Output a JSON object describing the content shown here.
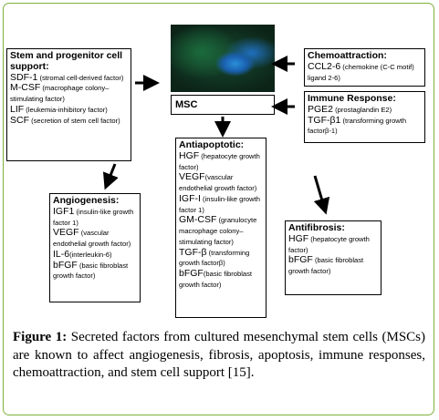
{
  "msc_label": "MSC",
  "stem": {
    "title": "Stem and progenitor cell support:",
    "items": [
      {
        "big": "SDF-1",
        "small": " (stromal cell-derived factor)"
      },
      {
        "big": "M-CSF",
        "small": " (macrophage colony–stimulating factor)"
      },
      {
        "big": "LIF",
        "small": " (leukemia-inhibitory factor)"
      },
      {
        "big": "SCF",
        "small": " (secretion of stem cell factor)"
      }
    ]
  },
  "chemo": {
    "title": "Chemoattraction:",
    "items": [
      {
        "big": "CCL2-6",
        "small": " (chemokine (C-C motif) ligand 2-6)"
      }
    ]
  },
  "immune": {
    "title": "Immune Response:",
    "items": [
      {
        "big": "PGE2",
        "small": " (prostaglandin E2)"
      },
      {
        "big": "TGF-β1",
        "small": " (transforming growth factorβ-1)"
      }
    ]
  },
  "apop": {
    "title": "Antiapoptotic:",
    "items": [
      {
        "big": "HGF",
        "small": " (hepatocyte growth factor)"
      },
      {
        "big": "VEGF",
        "small": "(vascular endothelial growth factor)"
      },
      {
        "big": "IGF-I",
        "small": " (insulin-like growth factor 1)"
      },
      {
        "big": "GM-CSF",
        "small": " (granulocyte macrophage colony–stimulating factor)"
      },
      {
        "big": "TGF-β",
        "small": " (transforming growth factorβ)"
      },
      {
        "big": "bFGF",
        "small": "(basic fibroblast growth factor)"
      }
    ]
  },
  "angio": {
    "title": "Angiogenesis:",
    "items": [
      {
        "big": "IGF1",
        "small": " (insulin-like growth factor 1)"
      },
      {
        "big": "VEGF",
        "small": " (vascular endothelial growth factor)"
      },
      {
        "big": "IL-6",
        "small": "(interleukin-6)"
      },
      {
        "big": "bFGF",
        "small": " (basic fibroblast growth factor)"
      }
    ]
  },
  "fibro": {
    "title": "Antifibrosis:",
    "items": [
      {
        "big": "HGF",
        "small": " (hepatocyte growth factor)"
      },
      {
        "big": "bFGF",
        "small": " (basic fibroblast growth factor)"
      }
    ]
  },
  "caption": {
    "label": "Figure 1:",
    "text": " Secreted factors from cultured mesenchymal stem cells (MSCs) are known to affect angiogenesis, fibrosis, apoptosis, immune responses, chemoattraction, and stem cell support [15]."
  }
}
